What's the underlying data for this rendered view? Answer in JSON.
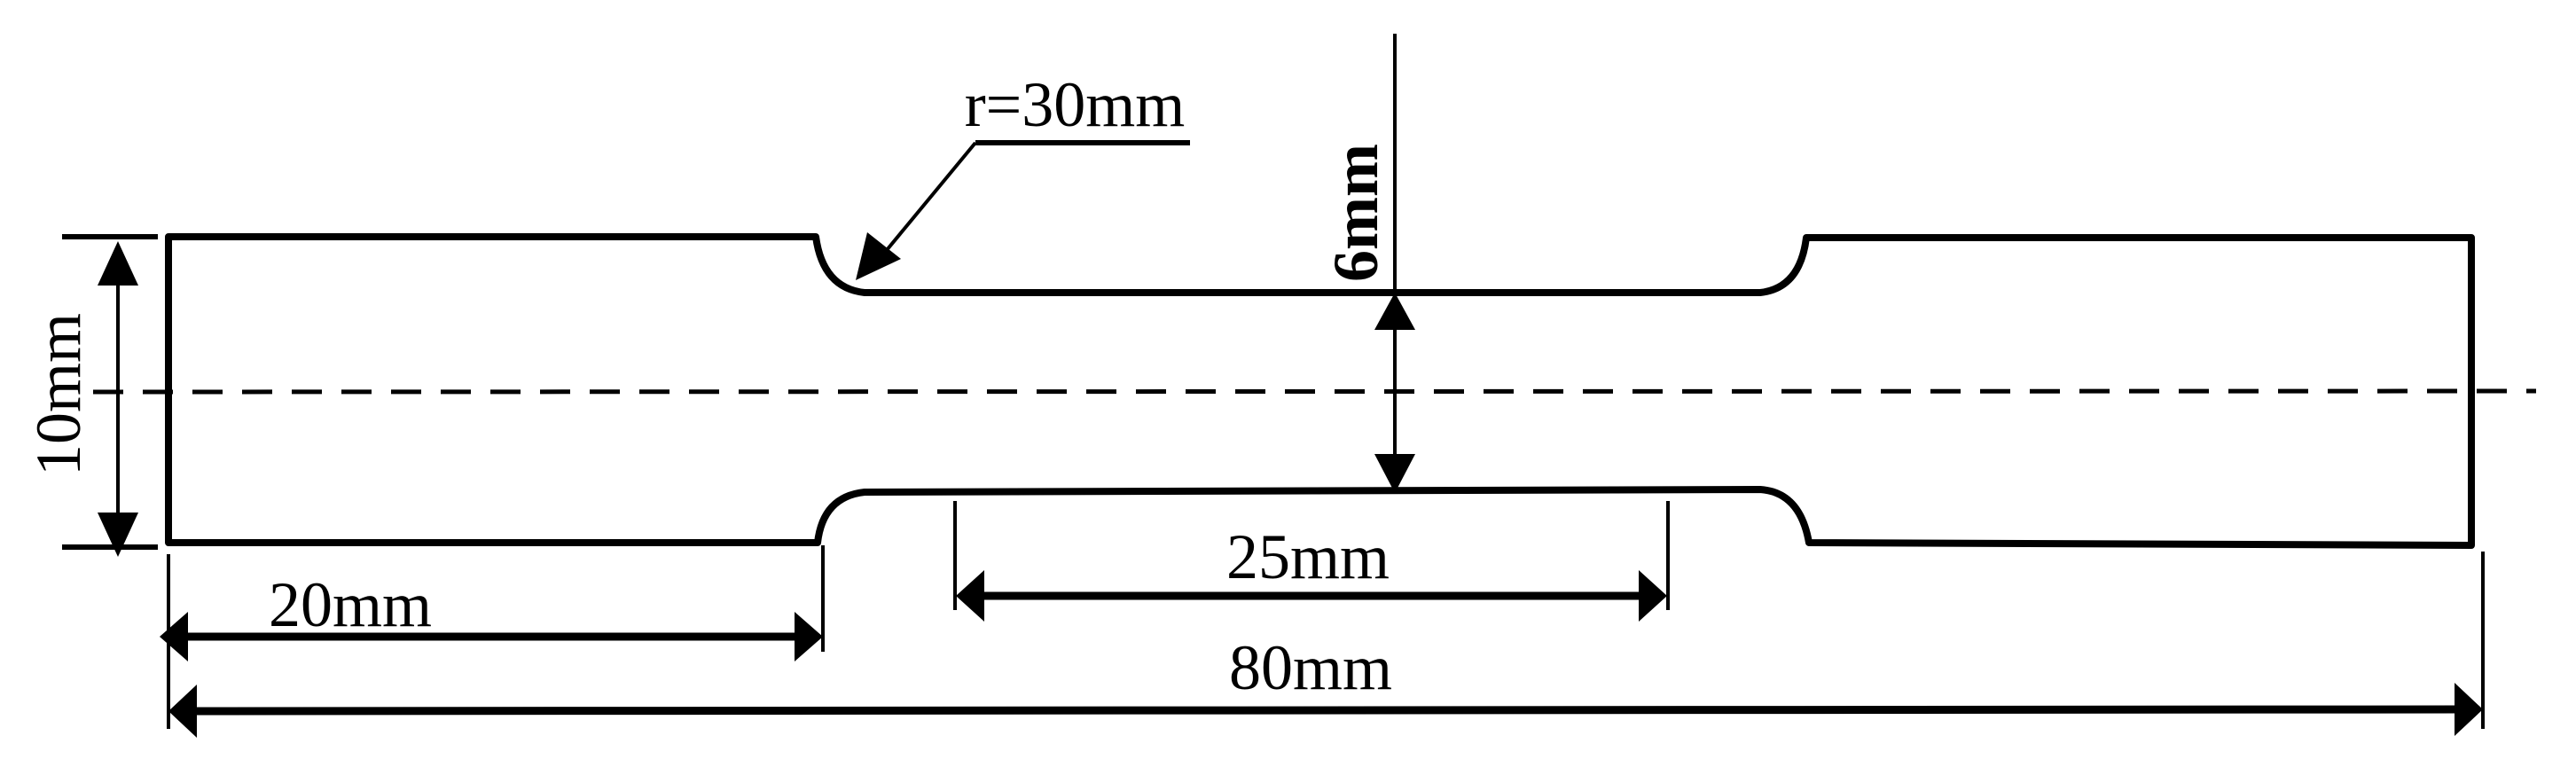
{
  "figure": {
    "type": "engineering-drawing",
    "subject": "dog-bone tensile specimen"
  },
  "labels": {
    "fillet_radius": "r=30mm",
    "gauge_width": "6mm",
    "grip_width": "10mm",
    "grip_length": "20mm",
    "gauge_length": "25mm",
    "total_length": "80mm"
  },
  "colors": {
    "line": "#000000",
    "background": "#ffffff"
  }
}
